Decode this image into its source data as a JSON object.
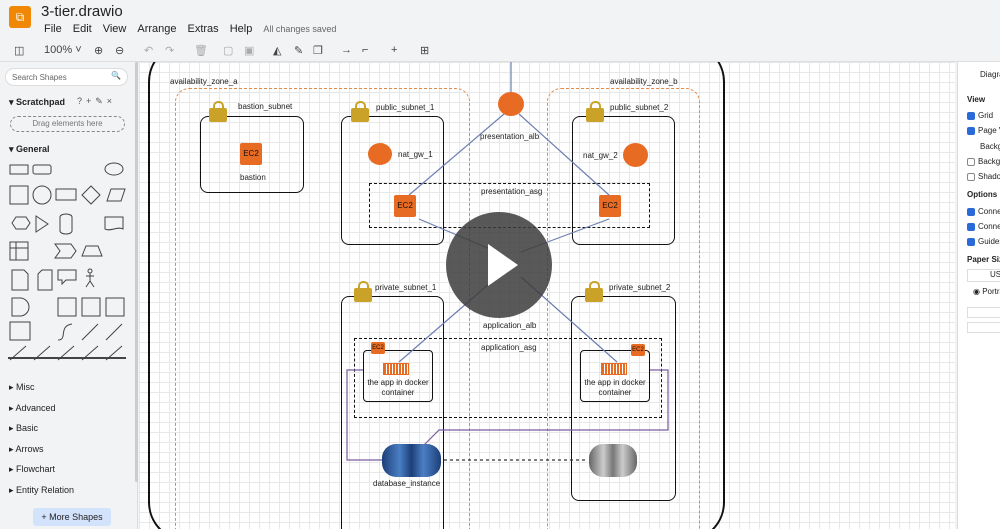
{
  "app": {
    "title": "3-tier.drawio",
    "logo": "drawio-logo",
    "status": "All changes saved"
  },
  "menu": [
    "File",
    "Edit",
    "View",
    "Arrange",
    "Extras",
    "Help"
  ],
  "toolbar": {
    "zoom": "100%"
  },
  "sidebar": {
    "search_placeholder": "Search Shapes",
    "scratchpad": "Scratchpad",
    "drag_here": "Drag elements here",
    "general": "General",
    "categories": [
      "Misc",
      "Advanced",
      "Basic",
      "Arrows",
      "Flowchart",
      "Entity Relation"
    ],
    "more_shapes": "+ More Shapes"
  },
  "diagram": {
    "az_a": "availability_zone_a",
    "az_b": "availability_zone_b",
    "bastion_subnet": "bastion_subnet",
    "bastion": "bastion",
    "ec2": "EC2",
    "public_subnet_1": "public_subnet_1",
    "public_subnet_2": "public_subnet_2",
    "nat_gw_1": "nat_gw_1",
    "nat_gw_2": "nat_gw_2",
    "presentation_alb": "presentation_alb",
    "presentation_asg": "presentation_asg",
    "application_alb": "application_alb",
    "application_asg": "application_asg",
    "private_subnet_1": "private_subnet_1",
    "private_subnet_2": "private_subnet_2",
    "app_container": "the app in docker container",
    "database": "database_instance"
  },
  "right_panel": {
    "title": "Diagram",
    "view": "View",
    "grid": "Grid",
    "page_view": "Page View",
    "background": "Background",
    "background_image": "Background Image",
    "shadow": "Shadow",
    "options": "Options",
    "connection_arrows": "Connection Arrows",
    "connection_points": "Connection Points",
    "guides": "Guides",
    "paper_size": "Paper Size",
    "paper_value": "US",
    "portrait": "Portrait"
  },
  "colors": {
    "accent": "#f08705",
    "ec2": "#e86b23",
    "az": "#e0894c",
    "db": "#2f5fa0",
    "checkbox": "#2a6ad8"
  }
}
